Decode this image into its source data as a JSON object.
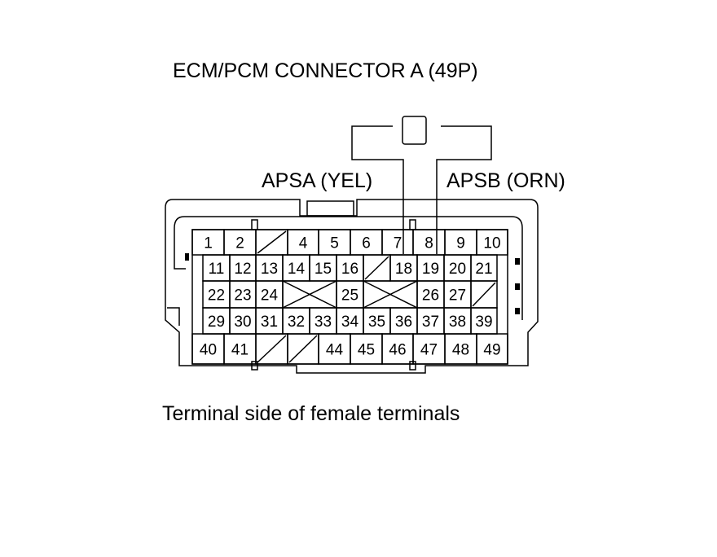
{
  "title": "ECM/PCM CONNECTOR A (49P)",
  "wires": [
    {
      "label": "APSA (YEL)",
      "terminal": "7"
    },
    {
      "label": "APSB (ORN)",
      "terminal": "8"
    }
  ],
  "caption": "Terminal side of female terminals",
  "terminals": {
    "row1": [
      "1",
      "2",
      "",
      "4",
      "5",
      "6",
      "7",
      "8",
      "9",
      "10"
    ],
    "row2": [
      "11",
      "12",
      "13",
      "14",
      "15",
      "16",
      "",
      "18",
      "19",
      "20",
      "21"
    ],
    "row3": [
      "22",
      "23",
      "24",
      "25",
      "26",
      "27"
    ],
    "row4": [
      "29",
      "30",
      "31",
      "32",
      "33",
      "34",
      "35",
      "36",
      "37",
      "38",
      "39"
    ],
    "row5": [
      "40",
      "41",
      "",
      "",
      "44",
      "45",
      "46",
      "47",
      "48",
      "49"
    ]
  }
}
